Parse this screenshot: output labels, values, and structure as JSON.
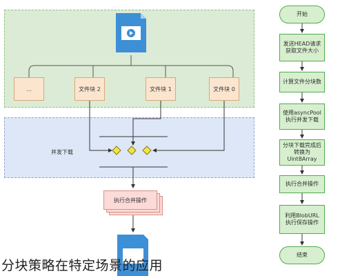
{
  "diagram": {
    "chunks": [
      {
        "label": "..."
      },
      {
        "label": "文件块 2"
      },
      {
        "label": "文件块 1"
      },
      {
        "label": "文件块 0"
      }
    ],
    "downloader_label": "并发下载",
    "merge_label": "执行合并操作",
    "flowchart": [
      {
        "label": "开始"
      },
      {
        "label": "发送HEAD请求\n获取文件大小"
      },
      {
        "label": "计算文件分块数"
      },
      {
        "label": "使用asyncPool\n执行并发下载"
      },
      {
        "label": "分块下载完成后\n转换为Uint8Array"
      },
      {
        "label": "执行合并操作"
      },
      {
        "label": "利用BlobURL\n执行保存操作"
      },
      {
        "label": "结束"
      }
    ]
  },
  "caption": "分块策略在特定场景的应用",
  "colors": {
    "green_zone": "#dcebd5",
    "blue_zone": "#dde7f7",
    "chunk_fill": "#fbe5cf",
    "merge_fill": "#fbdad7",
    "flow_fill": "#d7efcf",
    "flow_border": "#4fab4a",
    "file_icon": "#3d8fd6",
    "diamond": "#f5e342"
  }
}
